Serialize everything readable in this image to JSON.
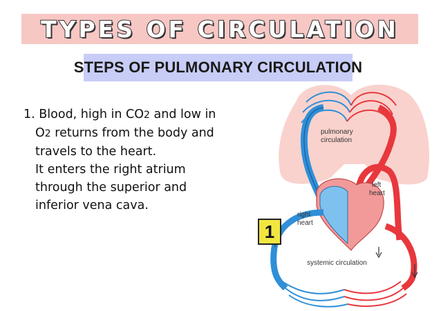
{
  "title": "TYPES OF CIRCULATION",
  "subtitle": "STEPS OF PULMONARY CIRCULATION",
  "step": {
    "number": "1.",
    "line1": "Blood, high in CO",
    "line1_sub": "2",
    "line1_end": " and low in",
    "line2_start": "O",
    "line2_sub": "2",
    "line2_end": " returns from the body and",
    "line3": "travels to the heart.",
    "line4": "It enters the right atrium",
    "line5": "through the superior and",
    "line6": "inferior vena cava."
  },
  "badge": "1",
  "diagram_labels": {
    "pulmonary": [
      "pulmonary",
      "circulation"
    ],
    "left_heart": [
      "left",
      "heart"
    ],
    "right_heart": [
      "right",
      "heart"
    ],
    "systemic": "systemic circulation"
  },
  "colors": {
    "banner": "#f7c7c4",
    "subtitle_bg": "#c7cdf6",
    "badge": "#f1e63f",
    "oxygenated": "#e8383d",
    "deoxygenated": "#2f8fd8",
    "lungs": "#f9d2cd"
  }
}
